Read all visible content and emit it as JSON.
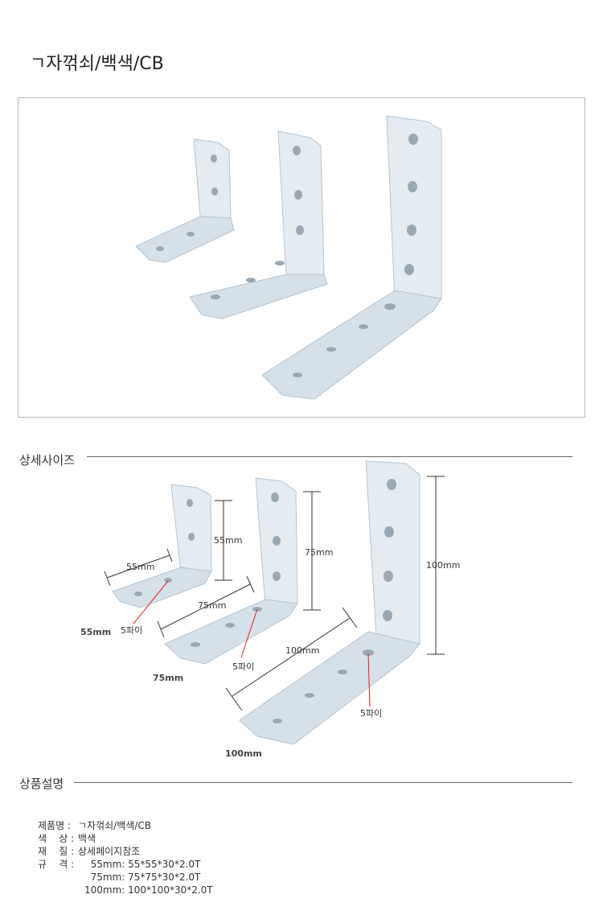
{
  "title": "ㄱ자꺾쇠/백색/CB",
  "sections": {
    "size": "상세사이즈",
    "desc": "상품설명"
  },
  "diagram": {
    "small": {
      "height": "55mm",
      "width": "55mm",
      "hole": "5파이",
      "name": "55mm"
    },
    "medium": {
      "height": "75mm",
      "width": "75mm",
      "hole": "5파이",
      "name": "75mm"
    },
    "large": {
      "height": "100mm",
      "width": "100mm",
      "hole": "5파이",
      "name": "100mm"
    }
  },
  "specs": [
    {
      "key": "제품명 :",
      "value": "ㄱ자꺾쇠/백색/CB"
    },
    {
      "key": "색    상 :",
      "value": "백색"
    },
    {
      "key": "재    질 :",
      "value": "상세페이지참조"
    },
    {
      "key": "규    격 :",
      "value": "  55mm: 55*55*30*2.0T"
    },
    {
      "key": "",
      "value": "  75mm: 75*75*30*2.0T"
    },
    {
      "key": "",
      "value": "100mm: 100*100*30*2.0T"
    }
  ],
  "colors": {
    "plate": "#dfe8ef",
    "plate_shadow": "#b9c6d0",
    "red_line": "#e02020"
  }
}
